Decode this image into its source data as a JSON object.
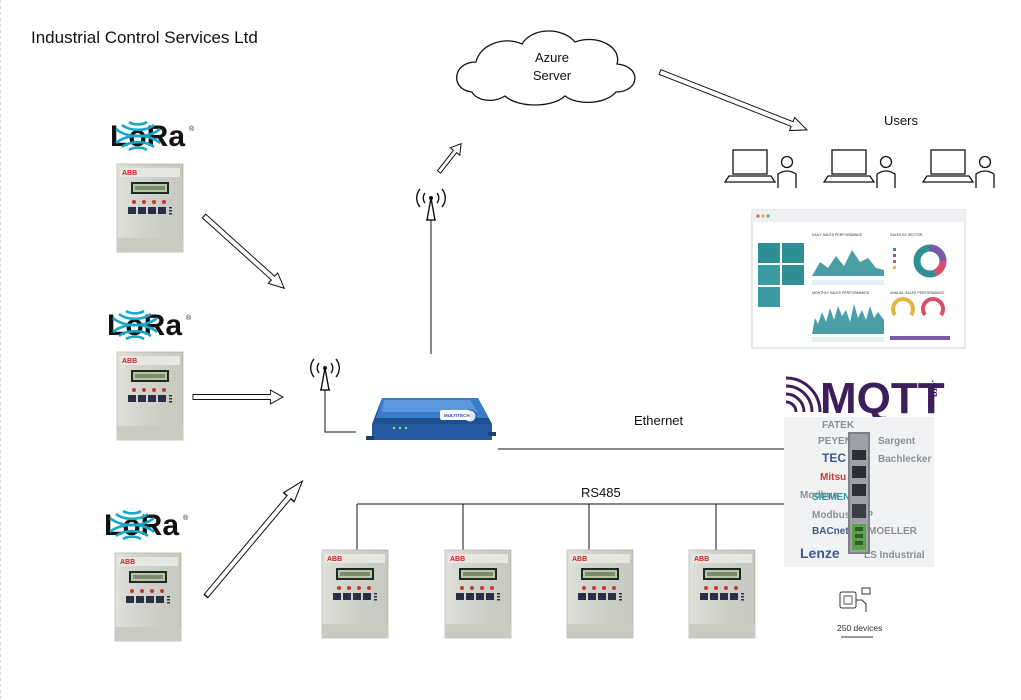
{
  "header": {
    "company_name": "Industrial Control Services Ltd"
  },
  "cloud": {
    "line1": "Azure",
    "line2": "Server"
  },
  "users": {
    "label": "Users"
  },
  "links": {
    "ethernet": "Ethernet",
    "rs485": "RS485"
  },
  "lora": {
    "logo_text": "LoRa",
    "registered_mark": "®"
  },
  "meter": {
    "brand_text": "ABB"
  },
  "gateway": {
    "brand_text": "MULTITECH"
  },
  "mqtt": {
    "logo_text": "MQTT",
    "logo_suffix": ".org",
    "brand_wall": [
      "FATEK",
      "PEYEN",
      "Sargent",
      "TEC",
      "Bachlecker",
      "Mitsu",
      "Modbus",
      "SIEMENS",
      "Modbus TCP",
      "BACnet",
      "MOELLER",
      "Lenze",
      "LS Industrial"
    ]
  },
  "devices": {
    "count_label": "250 devices"
  },
  "dashboard": {
    "panels": [
      "DAILY SALES PERFORMANCE",
      "SALES BY SECTOR",
      "MONTHLY SALES PERFORMANCE",
      "ANNUAL SALES PERFORMANCE"
    ]
  },
  "colors": {
    "teal": "#2f8f97",
    "gateway_blue": "#2a66b5",
    "mqtt_purple": "#3d1f5c",
    "abb_red": "#d21f1f"
  }
}
